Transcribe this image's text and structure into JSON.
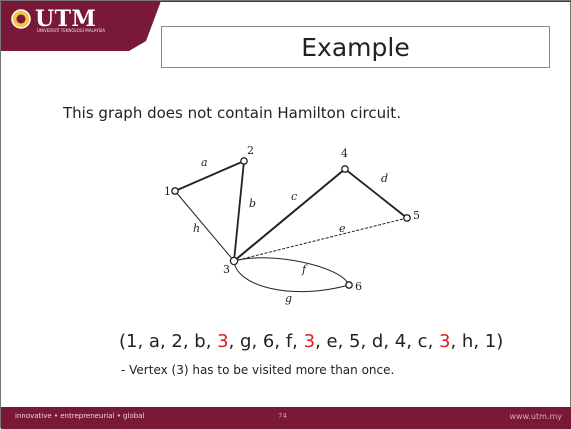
{
  "header": {
    "logo_text": "UTM",
    "logo_subtext": "UNIVERSITI TEKNOLOGI MALAYSIA",
    "brand_color": "#7a1838",
    "title": "Example"
  },
  "content": {
    "subtitle": "This graph does not contain Hamilton circuit.",
    "sequence_tokens": [
      {
        "text": "(1, a, 2, b, ",
        "highlight": false
      },
      {
        "text": "3",
        "highlight": true
      },
      {
        "text": ", g, 6, f, ",
        "highlight": false
      },
      {
        "text": "3",
        "highlight": true
      },
      {
        "text": ", e, 5, d, 4, c, ",
        "highlight": false
      },
      {
        "text": "3",
        "highlight": true
      },
      {
        "text": ", h, 1)",
        "highlight": false
      }
    ],
    "highlight_color": "#e01b1b",
    "note": "- Vertex (3) has to be visited more than once."
  },
  "graph": {
    "vertices": [
      "1",
      "2",
      "3",
      "4",
      "5",
      "6"
    ],
    "edges": [
      {
        "label": "a",
        "from": "1",
        "to": "2"
      },
      {
        "label": "b",
        "from": "2",
        "to": "3"
      },
      {
        "label": "c",
        "from": "3",
        "to": "4"
      },
      {
        "label": "d",
        "from": "4",
        "to": "5"
      },
      {
        "label": "e",
        "from": "3",
        "to": "5"
      },
      {
        "label": "f",
        "from": "3",
        "to": "6"
      },
      {
        "label": "g",
        "from": "3",
        "to": "6"
      },
      {
        "label": "h",
        "from": "1",
        "to": "3"
      }
    ]
  },
  "footer": {
    "left_text": "innovative • entrepreneurial • global",
    "page_number": "74",
    "right_text": "www.utm.my"
  }
}
